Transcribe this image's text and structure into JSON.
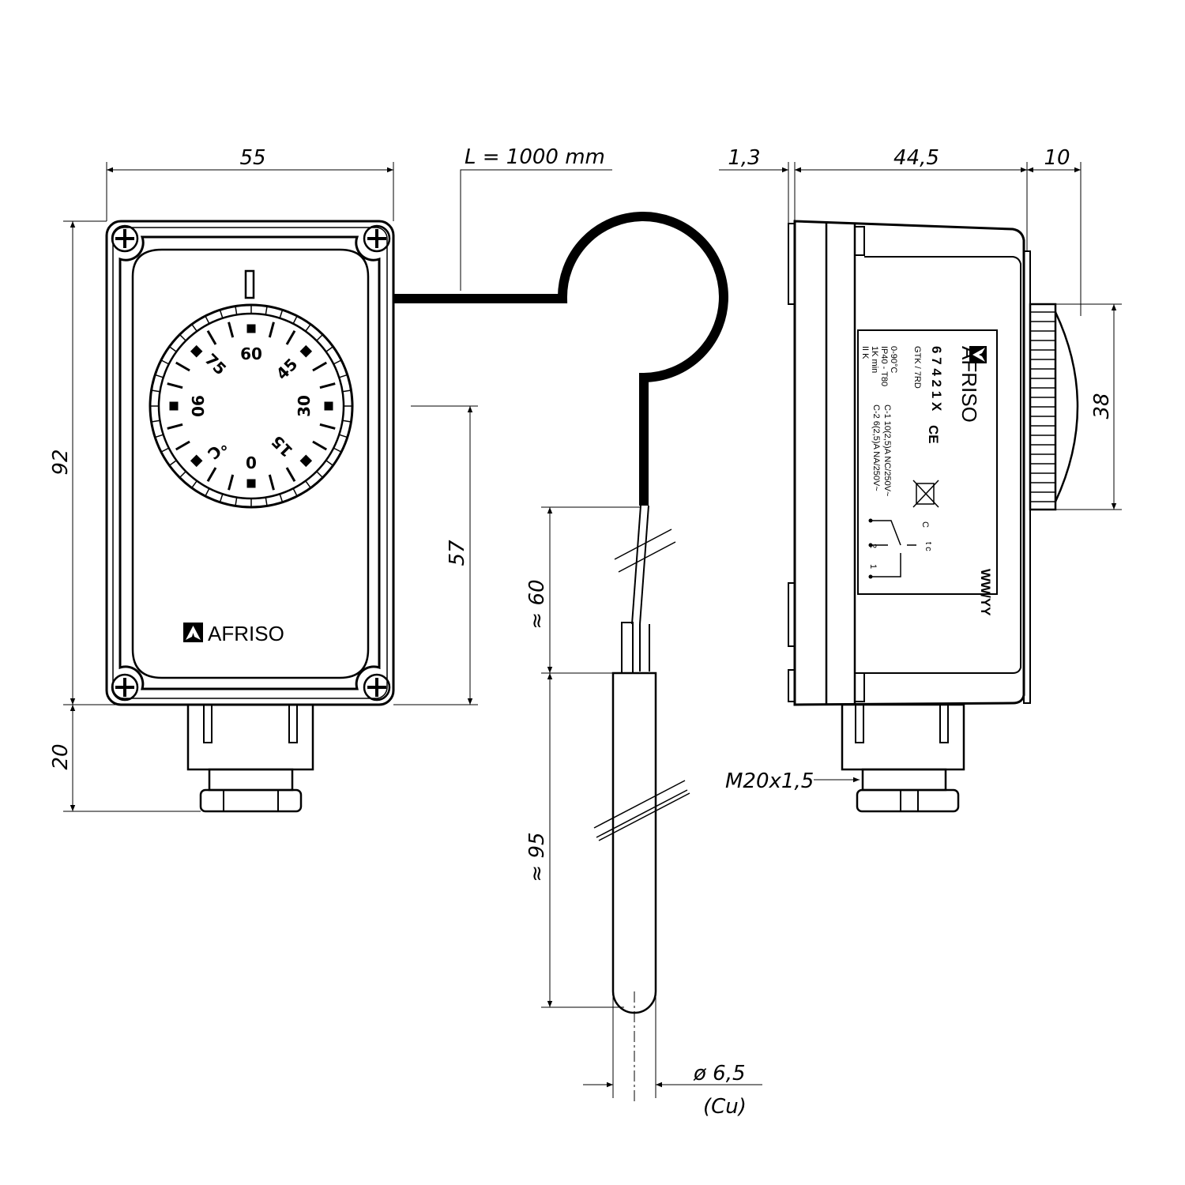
{
  "dimensions": {
    "front_width": "55",
    "front_height": "92",
    "gland_height": "20",
    "sensor_offset": "57",
    "capillary_length": "L = 1000 mm",
    "capillary_gap": "≈ 60",
    "sensor_length": "≈ 95",
    "sensor_diameter": "ø 6,5",
    "sensor_material": "(Cu)",
    "side_base": "1,3",
    "side_depth": "44,5",
    "knob_depth": "10",
    "knob_diameter": "38",
    "thread": "M20x1,5"
  },
  "dial": {
    "labels": [
      "75",
      "60",
      "45",
      "90",
      "30",
      "°C",
      "0",
      "15"
    ]
  },
  "brand": {
    "name": "AFRISO",
    "logo_icon": "afriso-triangle-logo"
  },
  "label_plate": {
    "part_number": "6 7 4 2 1 X",
    "model": "GTK / 7RD",
    "range": "0-90°C",
    "protection": "IP40 - T80",
    "hysteresis": "1K min",
    "class": "II K",
    "contact_1": "C-1  10(2,5)A NC/250V~",
    "contact_2": "C-2  6(2,5)A NA/250V~",
    "ce_mark": "CE",
    "weee_icon": "weee-crossed-bin-icon",
    "terminal_c": "C",
    "terminal_2": "2",
    "terminal_1": "1",
    "terminal_tc": "t c",
    "date_code": "WW/YY"
  },
  "colors": {
    "line": "#000000",
    "background": "#ffffff"
  }
}
